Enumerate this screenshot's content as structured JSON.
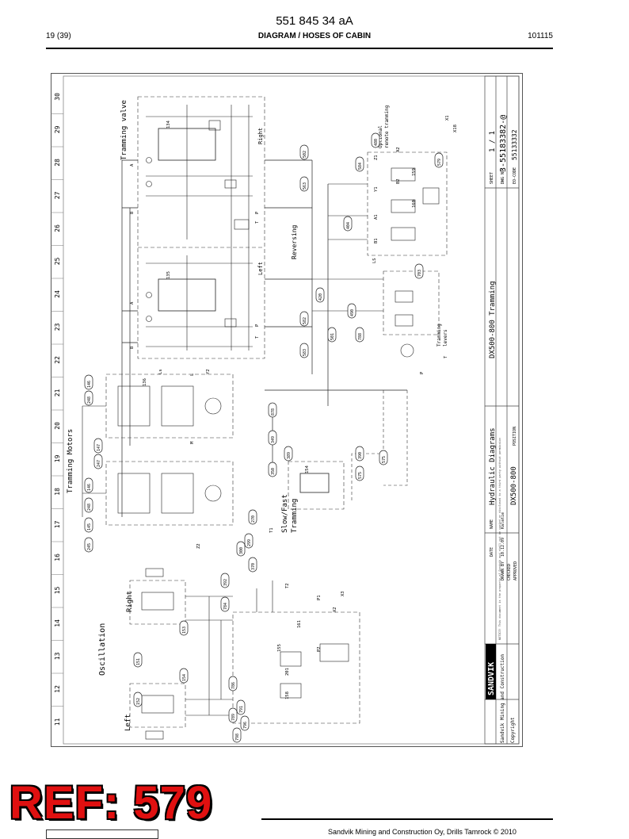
{
  "header": {
    "doc_number": "551 845 34 aA",
    "page": "19 (39)",
    "title": "DIAGRAM / HOSES OF CABIN",
    "code": "101115"
  },
  "stamp": {
    "text": "REF: 579"
  },
  "footer": {
    "text": "Sandvik Mining and Construction Oy, Drills Tamrock © 2010"
  },
  "diagram": {
    "grid_numbers": [
      "11",
      "12",
      "13",
      "14",
      "15",
      "16",
      "17",
      "18",
      "19",
      "20",
      "21",
      "22",
      "23",
      "24",
      "25",
      "26",
      "27",
      "28",
      "29",
      "30"
    ],
    "section_labels": {
      "tramming_valve": "Tramming valve",
      "tramming_motors": "Tramming Motors",
      "oscillation": "Oscillation",
      "left": "Left",
      "right": "Right",
      "slow_fast": "Slow/Fast",
      "tramming": "Tramming",
      "reversing": "Reversing",
      "optional_remote": "Optional",
      "remote_tramming": "remote tramming",
      "tramming_levers": "Tramming",
      "levers": "levers",
      "valve_right": "Right",
      "valve_left": "Left"
    },
    "hose_tags": [
      "146",
      "248",
      "147",
      "247",
      "146",
      "248",
      "145",
      "245",
      "878",
      "349",
      "350",
      "389",
      "390",
      "575",
      "575",
      "270",
      "299",
      "300",
      "370",
      "392",
      "153",
      "151",
      "154",
      "152",
      "784",
      "786",
      "791",
      "789",
      "796",
      "798",
      "404",
      "420",
      "501",
      "502",
      "563",
      "582",
      "583",
      "584",
      "480",
      "490",
      "788",
      "703",
      "579"
    ],
    "port_labels": [
      "A",
      "B",
      "A",
      "B",
      "P",
      "T",
      "P",
      "T",
      "M",
      "L",
      "Ls",
      "Z2",
      "Y2",
      "Z1",
      "Y1",
      "A1",
      "B1",
      "A2",
      "B2",
      "LS",
      "T1",
      "T2",
      "P1",
      "P2",
      "X2",
      "X3",
      "X1",
      "X18",
      "T",
      "P"
    ],
    "component_codes": [
      "134",
      "135",
      "136",
      "154",
      "155",
      "158",
      "159",
      "160",
      "161",
      "201"
    ],
    "title_block": {
      "company": "SANDVIK",
      "company_sub": "Sandvik Mining and Construction",
      "copyright": "Copyright",
      "disclaimer": "NOTICE! This document is the property of Sandvik and shall not be copied or disclosed to a third party without permission",
      "drawn_label": "DRAWN BY",
      "drawn_date": "10.12.09",
      "checked_label": "CHECKED",
      "approved_label": "APPROVED",
      "date_label": "DATE",
      "name_label": "NAME",
      "name_value": "Kalatie",
      "doc_type": "Hydraulic Diagrams",
      "model": "DX500-800",
      "subtitle": "DX500-800 Tramming",
      "position": "POSITION",
      "sheet_label": "SHEET",
      "sheet_value": "1 / 1",
      "dwg_label": "DWG NO",
      "dwg_value": "3-55183382-@",
      "eo_label": "EO-CODE",
      "eo_value": "55133332"
    }
  }
}
